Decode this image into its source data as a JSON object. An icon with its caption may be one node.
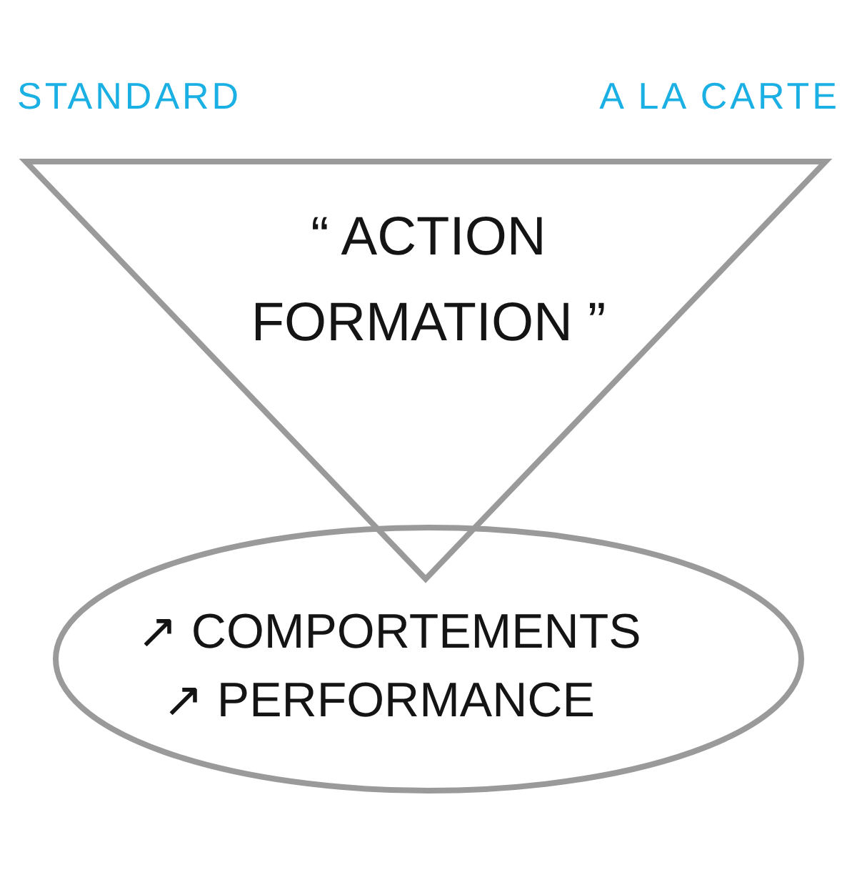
{
  "diagram": {
    "nodes": [
      {
        "text": [
          "“ ACTION FORMATION ”"
        ]
      },
      {
        "text": [
          "↗ COMPORTEMENTS",
          "↗ PERFORMANCE"
        ]
      }
    ],
    "labels": [
      "STANDARD",
      "A LA CARTE"
    ]
  }
}
